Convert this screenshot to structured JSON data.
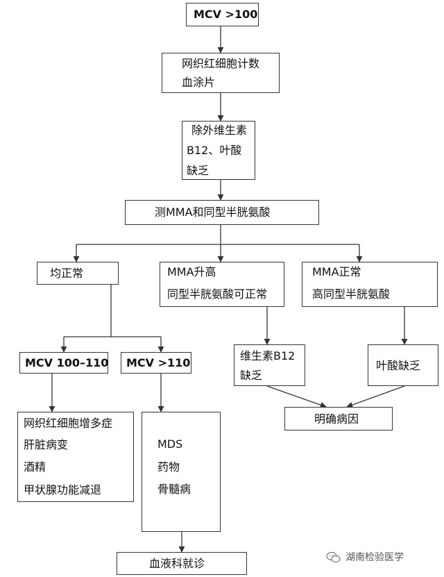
{
  "nodes": {
    "mcv_gt100": [
      "MCV >100"
    ],
    "retic_smear": [
      "网织红细胞计数",
      "血涂片"
    ],
    "exclude_deficiency": [
      "除外维生素",
      "B12、叶酸",
      "缺乏"
    ],
    "test_mma_hcy": [
      "测MMA和同型半胱氨酸"
    ],
    "both_normal": [
      "均正常"
    ],
    "mma_high": [
      "MMA升高",
      "同型半胱氨酸可正常"
    ],
    "mma_normal": [
      "MMA正常",
      "高同型半胱氨酸"
    ],
    "mcv_100_110": [
      "MCV 100–110"
    ],
    "mcv_gt110": [
      "MCV >110"
    ],
    "b12_deficiency": [
      "维生素B12",
      "缺乏"
    ],
    "folate_deficiency": [
      "叶酸缺乏"
    ],
    "causes_mild": [
      "网织红细胞增多症",
      "肝脏病变",
      "酒精",
      "甲状腺功能减退"
    ],
    "causes_severe": [
      "MDS",
      "药物",
      "骨髓病"
    ],
    "diagnosis_clear": [
      "明确病因"
    ],
    "hematology_referral": [
      "血液科就诊"
    ]
  },
  "watermark": {
    "text": "湖南检验医学",
    "icon": "wechat-icon"
  },
  "colors": {
    "line": "#333333",
    "text": "#111111",
    "background": "#ffffff"
  }
}
